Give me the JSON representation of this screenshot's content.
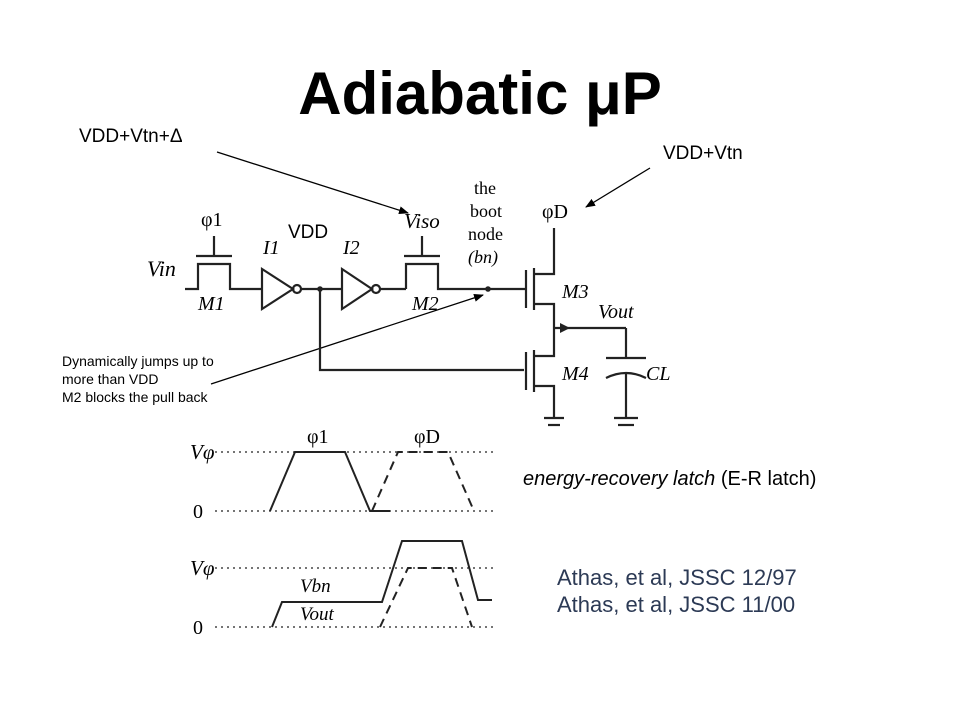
{
  "title": "Adiabatic μP",
  "labels": {
    "vdd_vtn_delta": "VDD+Vtn+Δ",
    "vdd_vtn": "VDD+Vtn",
    "vdd": "VDD"
  },
  "note": {
    "line1": "Dynamically jumps up to",
    "line2": "more than VDD",
    "line3": "M2 blocks the pull back"
  },
  "caption": {
    "italic": "energy-recovery latch",
    "plain": " (E-R latch)"
  },
  "references": [
    "Athas, et al, JSSC 12/97",
    "Athas, et al, JSSC 11/00"
  ],
  "circuit": {
    "vin": "Vin",
    "phi1": "φ1",
    "phiD": "φD",
    "m1": "M1",
    "m2": "M2",
    "m3": "M3",
    "m4": "M4",
    "i1": "I1",
    "i2": "I2",
    "viso": "Viso",
    "boot_line1": "the",
    "boot_line2": "boot",
    "boot_line3": "node",
    "boot_line4": "(bn)",
    "vout": "Vout",
    "cl": "CL"
  },
  "waveforms": {
    "v_phi": "Vφ",
    "zero": "0",
    "phi1": "φ1",
    "phiD": "φD",
    "vbn": "Vbn",
    "vout": "Vout"
  }
}
